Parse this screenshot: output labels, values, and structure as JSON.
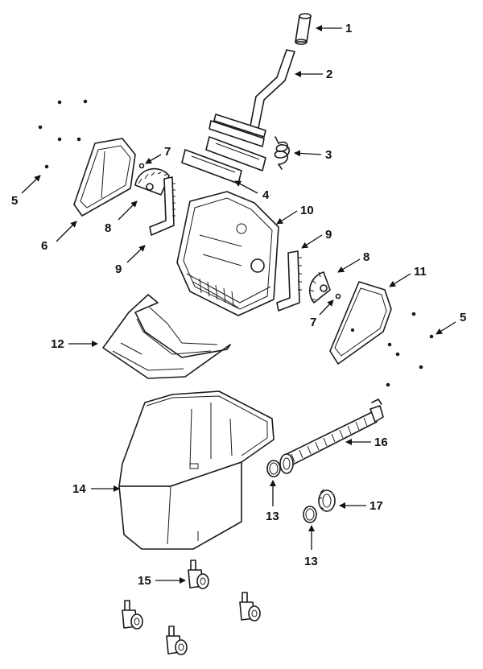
{
  "callouts": [
    {
      "id": "c1",
      "label": "1"
    },
    {
      "id": "c2",
      "label": "2"
    },
    {
      "id": "c3",
      "label": "3"
    },
    {
      "id": "c4",
      "label": "4"
    },
    {
      "id": "c5a",
      "label": "5"
    },
    {
      "id": "c5b",
      "label": "5"
    },
    {
      "id": "c6",
      "label": "6"
    },
    {
      "id": "c7a",
      "label": "7"
    },
    {
      "id": "c7b",
      "label": "7"
    },
    {
      "id": "c8a",
      "label": "8"
    },
    {
      "id": "c8b",
      "label": "8"
    },
    {
      "id": "c9a",
      "label": "9"
    },
    {
      "id": "c9b",
      "label": "9"
    },
    {
      "id": "c10",
      "label": "10"
    },
    {
      "id": "c11",
      "label": "11"
    },
    {
      "id": "c12",
      "label": "12"
    },
    {
      "id": "c13a",
      "label": "13"
    },
    {
      "id": "c13b",
      "label": "13"
    },
    {
      "id": "c14",
      "label": "14"
    },
    {
      "id": "c15",
      "label": "15"
    },
    {
      "id": "c16",
      "label": "16"
    },
    {
      "id": "c17",
      "label": "17"
    }
  ],
  "colors": {
    "line": "#1a1a1a",
    "background": "#ffffff"
  }
}
